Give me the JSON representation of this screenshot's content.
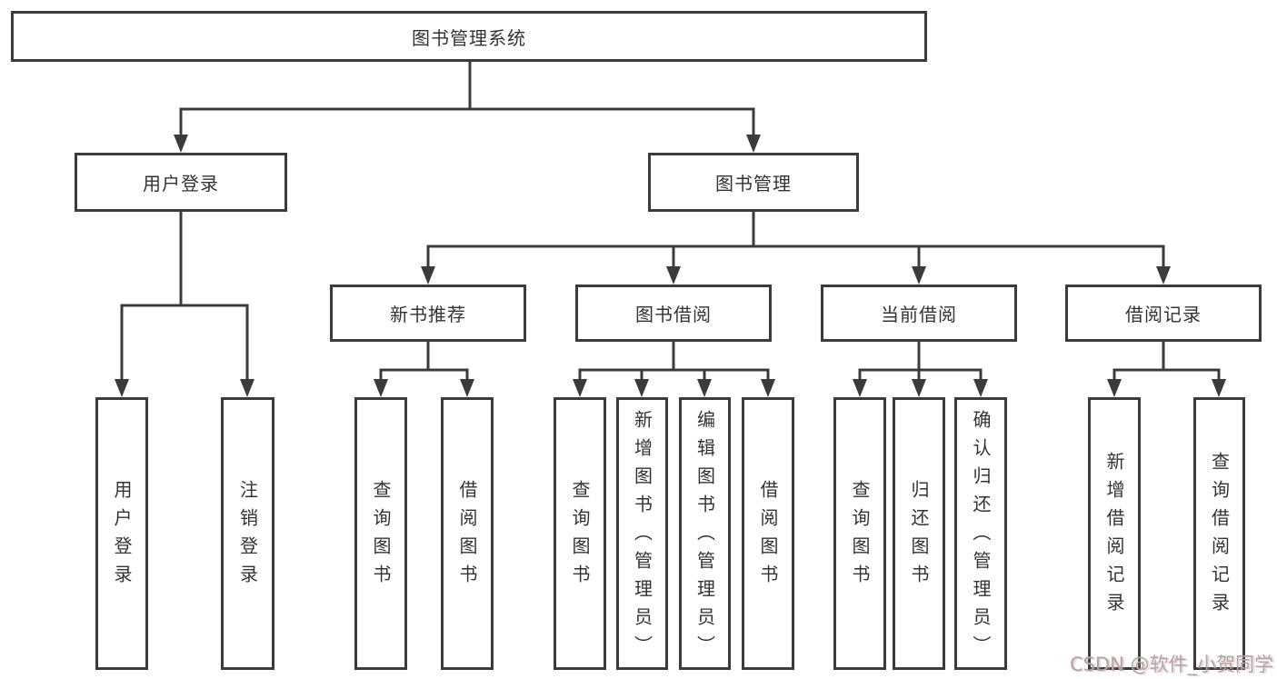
{
  "diagram_type": "hierarchy-tree",
  "colors": {
    "background": "#ffffff",
    "line": "#3b3b3b",
    "box_border": "#3b3b3b",
    "box_background": "#ffffff",
    "text": "#333333",
    "watermark_text": "#a8a8a8",
    "watermark_shadow": "#e28a8a"
  },
  "tree": {
    "root": {
      "label": "图书管理系统",
      "children": [
        {
          "label": "用户登录",
          "children": [
            {
              "label": "用户登录"
            },
            {
              "label": "注销登录"
            }
          ]
        },
        {
          "label": "图书管理",
          "children": [
            {
              "label": "新书推荐",
              "children": [
                {
                  "label": "查询图书"
                },
                {
                  "label": "借阅图书"
                }
              ]
            },
            {
              "label": "图书借阅",
              "children": [
                {
                  "label": "查询图书"
                },
                {
                  "label": "新增图书（管理员）"
                },
                {
                  "label": "编辑图书（管理员）"
                },
                {
                  "label": "借阅图书"
                }
              ]
            },
            {
              "label": "当前借阅",
              "children": [
                {
                  "label": "查询图书"
                },
                {
                  "label": "归还图书"
                },
                {
                  "label": "确认归还（管理员）"
                }
              ]
            },
            {
              "label": "借阅记录",
              "children": [
                {
                  "label": "新增借阅记录"
                },
                {
                  "label": "查询借阅记录"
                }
              ]
            }
          ]
        }
      ]
    }
  },
  "watermark": {
    "text": "CSDN @软件_小贺同学"
  }
}
